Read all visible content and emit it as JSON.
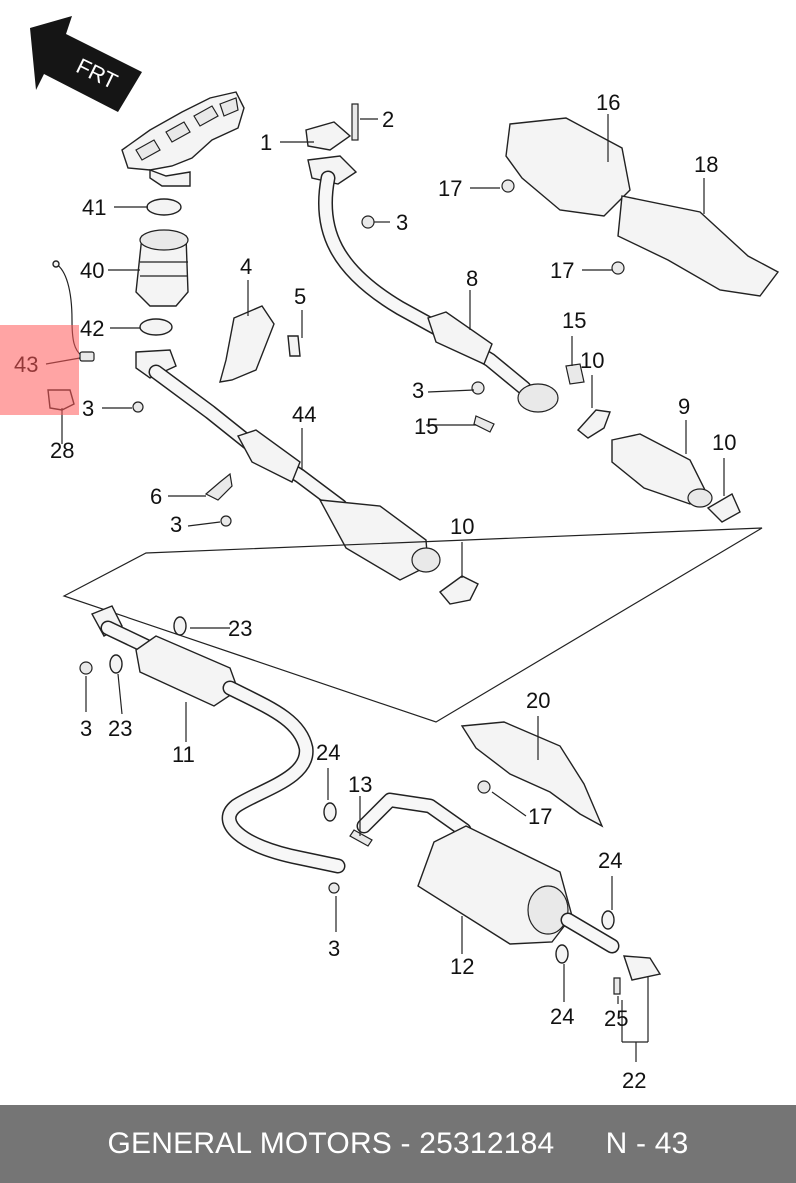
{
  "diagram": {
    "direction_label": "FRT",
    "callouts": [
      {
        "id": "1",
        "label": "1"
      },
      {
        "id": "2",
        "label": "2"
      },
      {
        "id": "3a",
        "label": "3"
      },
      {
        "id": "4",
        "label": "4"
      },
      {
        "id": "5",
        "label": "5"
      },
      {
        "id": "6",
        "label": "6"
      },
      {
        "id": "8",
        "label": "8"
      },
      {
        "id": "9",
        "label": "9"
      },
      {
        "id": "10a",
        "label": "10"
      },
      {
        "id": "10b",
        "label": "10"
      },
      {
        "id": "10c",
        "label": "10"
      },
      {
        "id": "11",
        "label": "11"
      },
      {
        "id": "12",
        "label": "12"
      },
      {
        "id": "13",
        "label": "13"
      },
      {
        "id": "15a",
        "label": "15"
      },
      {
        "id": "15b",
        "label": "15"
      },
      {
        "id": "16",
        "label": "16"
      },
      {
        "id": "17a",
        "label": "17"
      },
      {
        "id": "17b",
        "label": "17"
      },
      {
        "id": "17c",
        "label": "17"
      },
      {
        "id": "18",
        "label": "18"
      },
      {
        "id": "20",
        "label": "20"
      },
      {
        "id": "22",
        "label": "22"
      },
      {
        "id": "23a",
        "label": "23"
      },
      {
        "id": "23b",
        "label": "23"
      },
      {
        "id": "24a",
        "label": "24"
      },
      {
        "id": "24b",
        "label": "24"
      },
      {
        "id": "24c",
        "label": "24"
      },
      {
        "id": "25",
        "label": "25"
      },
      {
        "id": "28",
        "label": "28"
      },
      {
        "id": "40",
        "label": "40"
      },
      {
        "id": "41",
        "label": "41"
      },
      {
        "id": "42",
        "label": "42"
      },
      {
        "id": "43",
        "label": "43"
      },
      {
        "id": "44",
        "label": "44"
      },
      {
        "id": "3b",
        "label": "3"
      },
      {
        "id": "3c",
        "label": "3"
      },
      {
        "id": "3d",
        "label": "3"
      },
      {
        "id": "3e",
        "label": "3"
      },
      {
        "id": "3f",
        "label": "3"
      }
    ],
    "highlighted_callout": "43",
    "highlight_color": "#ff5a5a"
  },
  "footer": {
    "text": "GENERAL MOTORS - 25312184",
    "ref": "N - 43",
    "background": "#757575"
  }
}
